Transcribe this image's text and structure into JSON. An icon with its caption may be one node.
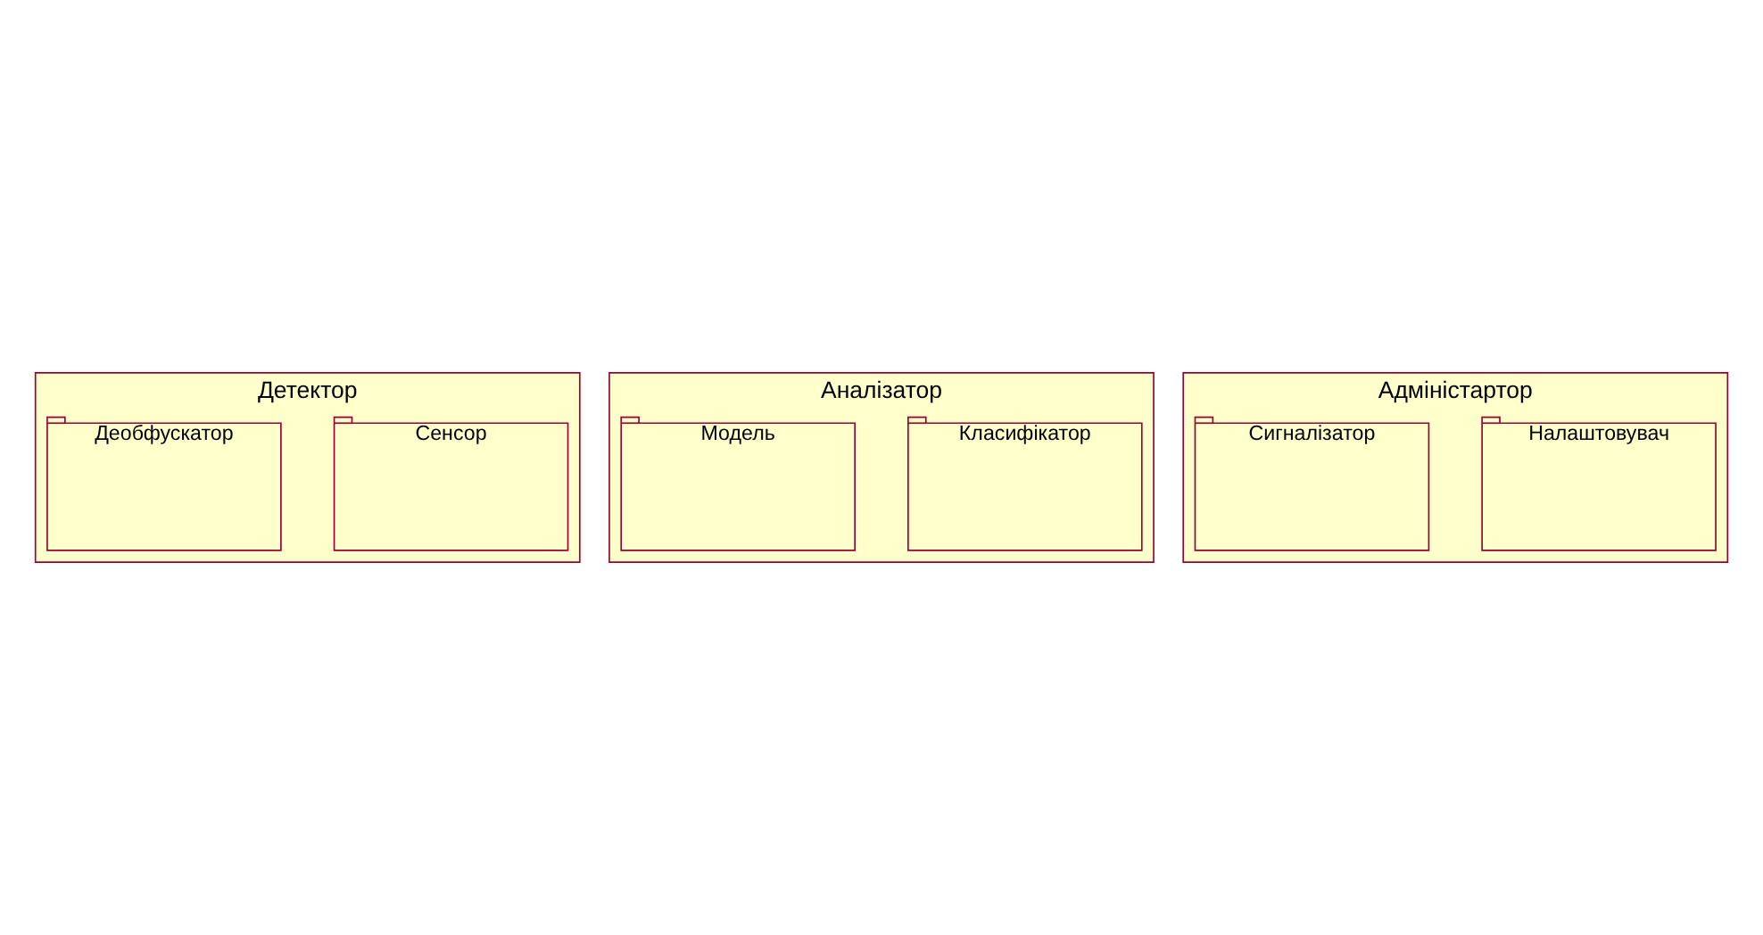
{
  "diagram": {
    "nodes": [
      {
        "text": [
          "Детектор"
        ]
      },
      {
        "text": [
          "Сенсор"
        ],
        "in": 0
      },
      {
        "text": [
          "Деобфускатор"
        ],
        "in": 0
      },
      {
        "text": [
          "Аналізатор"
        ]
      },
      {
        "text": [
          "Класифікатор"
        ],
        "in": 3
      },
      {
        "text": [
          "Модель"
        ],
        "in": 3
      },
      {
        "text": [
          "Адміністартор"
        ]
      },
      {
        "text": [
          "Налаштовувач"
        ],
        "in": 6
      },
      {
        "text": [
          "Сигналізатор"
        ],
        "in": 6
      }
    ]
  }
}
